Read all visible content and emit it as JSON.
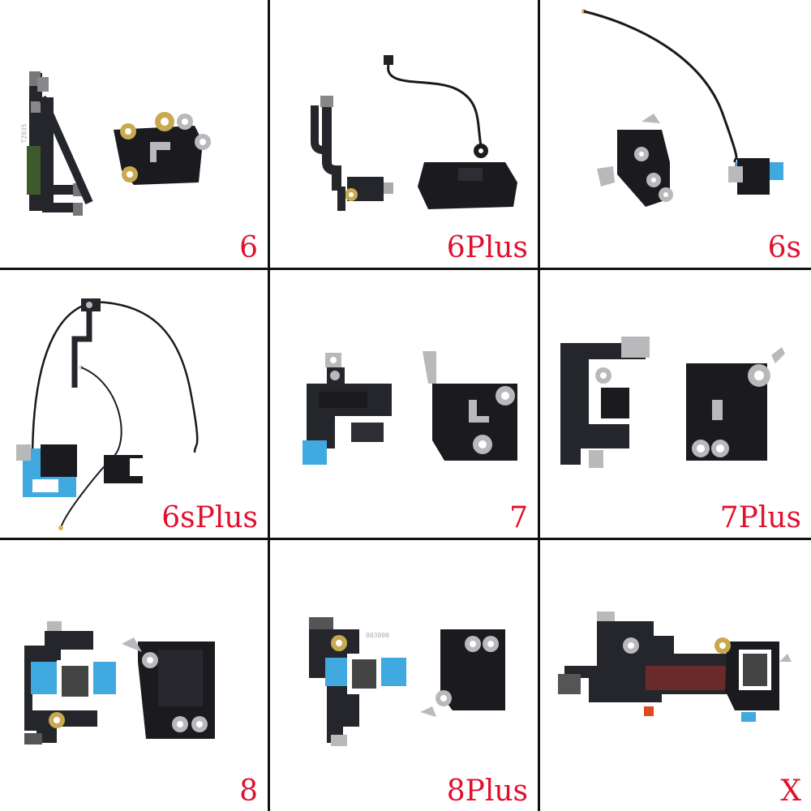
{
  "colors": {
    "label": "#e0102e",
    "grid_line": "#111111",
    "shield": "#1b1b1f",
    "flex": "#24262b",
    "steel": "#b9b9bb",
    "gold": "#c9a94f",
    "blue_tape": "#3fa9e0",
    "cable": "#1a1a1a"
  },
  "cells": [
    {
      "label": "6"
    },
    {
      "label": "6Plus"
    },
    {
      "label": "6s"
    },
    {
      "label": "6sPlus"
    },
    {
      "label": "7"
    },
    {
      "label": "7Plus"
    },
    {
      "label": "8"
    },
    {
      "label": "8Plus"
    },
    {
      "label": "X"
    }
  ],
  "part_texts": {
    "c1_flex_print": "T2035",
    "c8_flex_print": "003000"
  }
}
